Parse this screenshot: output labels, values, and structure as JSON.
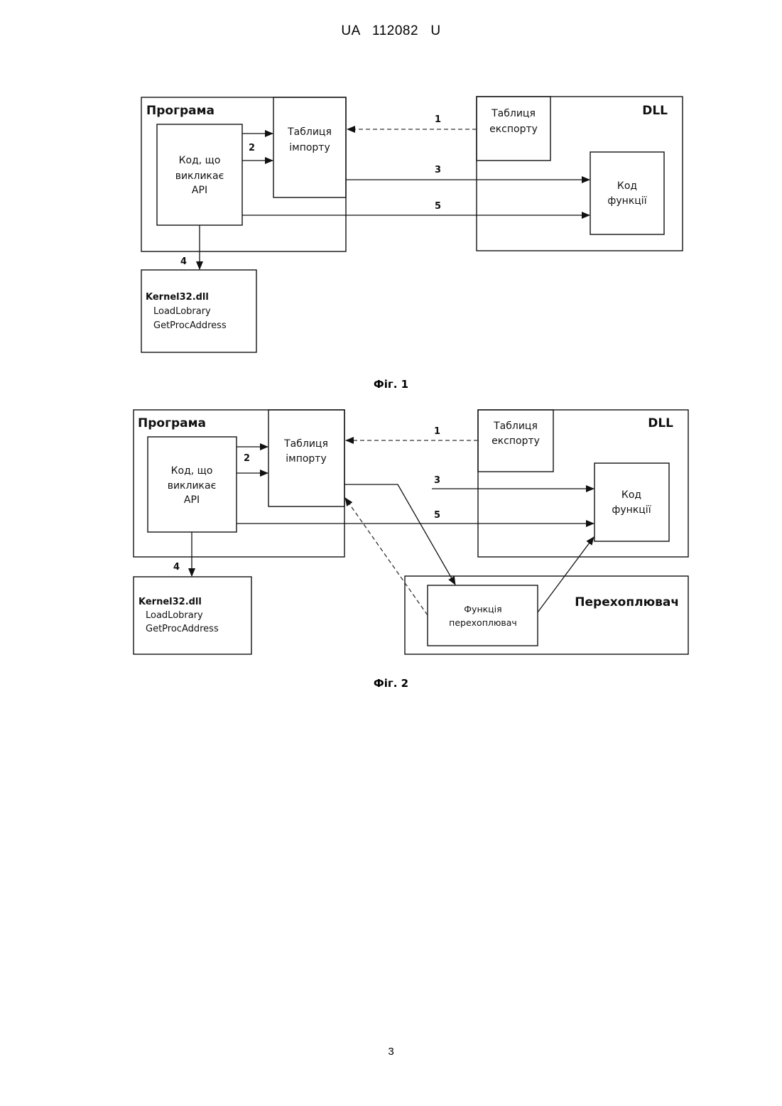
{
  "header": "UA   112082   U",
  "fig1": {
    "program_title": "Програма",
    "dll_title": "DLL",
    "calling_code": [
      "Код, що",
      "викликає",
      "API"
    ],
    "import_table": [
      "Таблиця",
      "імпорту"
    ],
    "export_table": [
      "Таблиця",
      "експорту"
    ],
    "function_code": [
      "Код",
      "функції"
    ],
    "kernel": [
      "Kernel32.dll",
      "LoadLobrary",
      "GetProcAddress"
    ],
    "arrow_labels": {
      "a1": "1",
      "a2": "2",
      "a3": "3",
      "a4": "4",
      "a5": "5"
    },
    "caption": "Фіг. 1"
  },
  "fig2": {
    "program_title": "Програма",
    "dll_title": "DLL",
    "interceptor_title": "Перехоплювач",
    "calling_code": [
      "Код, що",
      "викликає",
      "API"
    ],
    "import_table": [
      "Таблиця",
      "імпорту"
    ],
    "export_table": [
      "Таблиця",
      "експорту"
    ],
    "function_code": [
      "Код",
      "функції"
    ],
    "interceptor_function": [
      "Функція",
      "перехоплювач"
    ],
    "kernel": [
      "Kernel32.dll",
      "LoadLobrary",
      "GetProcAddress"
    ],
    "arrow_labels": {
      "a1": "1",
      "a2": "2",
      "a3": "3",
      "a4": "4",
      "a5": "5"
    },
    "caption": "Фіг. 2"
  },
  "page_number": "3"
}
